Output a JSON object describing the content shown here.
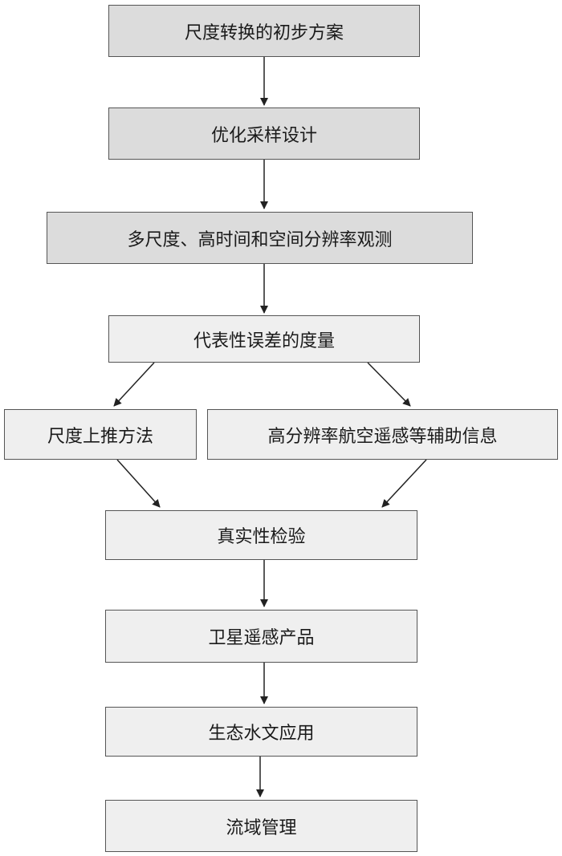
{
  "nodes": {
    "step1": "尺度转换的初步方案",
    "step2": "优化采样设计",
    "step3": "多尺度、高时间和空间分辨率观测",
    "step4": "代表性误差的度量",
    "step5a": "尺度上推方法",
    "step5b": "高分辨率航空遥感等辅助信息",
    "step6": "真实性检验",
    "step7": "卫星遥感产品",
    "step8": "生态水文应用",
    "step9": "流域管理"
  },
  "colors": {
    "upper_box_fill": "#dcdcdc",
    "lower_box_fill": "#efefef",
    "border": "#555555",
    "arrow": "#222222"
  }
}
